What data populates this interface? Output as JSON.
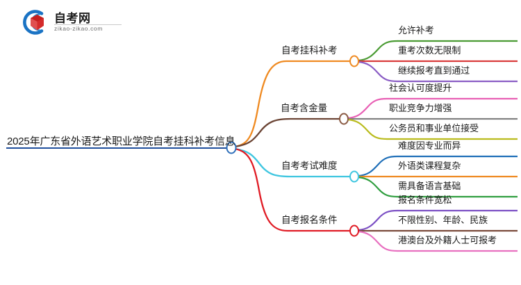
{
  "logo": {
    "name_cn": "自考网",
    "domain": "zikao-zikao.com",
    "mark_icon": "arc-book-logo-icon",
    "arc_color": "#1a73c4",
    "book_color": "#d42b2b"
  },
  "mindmap": {
    "root": {
      "label": "2025年广东省外语艺术职业学院自考挂科补考信息",
      "underline_color": "#1f4e9c",
      "node_color": "#2f6fba"
    },
    "branches": [
      {
        "label": "自考挂科补考",
        "color": "#ef8a21",
        "node_color": "#ef8a21",
        "children": [
          {
            "label": "允许补考",
            "color": "#4a9b33"
          },
          {
            "label": "重考次数无限制",
            "color": "#d93b3b"
          },
          {
            "label": "继续报考直到通过",
            "color": "#8a5cc4"
          }
        ]
      },
      {
        "label": "自考含金量",
        "color": "#6b4434",
        "node_color": "#8a5a43",
        "children": [
          {
            "label": "社会认可度提升",
            "color": "#e85fb4"
          },
          {
            "label": "职业竞争力增强",
            "color": "#808080"
          },
          {
            "label": "公务员和事业单位接受",
            "color": "#b9bb1c"
          }
        ]
      },
      {
        "label": "自考考试难度",
        "color": "#3fc6e0",
        "node_color": "#3fc6e0",
        "children": [
          {
            "label": "难度因专业而异",
            "color": "#1f6fb8"
          },
          {
            "label": "外语类课程复杂",
            "color": "#ef8a21"
          },
          {
            "label": "需具备语言基础",
            "color": "#2f9e3f"
          }
        ]
      },
      {
        "label": "自考报名条件",
        "color": "#e01b24",
        "node_color": "#e01b24",
        "children": [
          {
            "label": "报名条件宽松",
            "color": "#7b4fc4"
          },
          {
            "label": "不限性别、年龄、民族",
            "color": "#7a4a3a"
          },
          {
            "label": "港澳台及外籍人士可报考",
            "color": "#e870c0"
          }
        ]
      }
    ]
  }
}
